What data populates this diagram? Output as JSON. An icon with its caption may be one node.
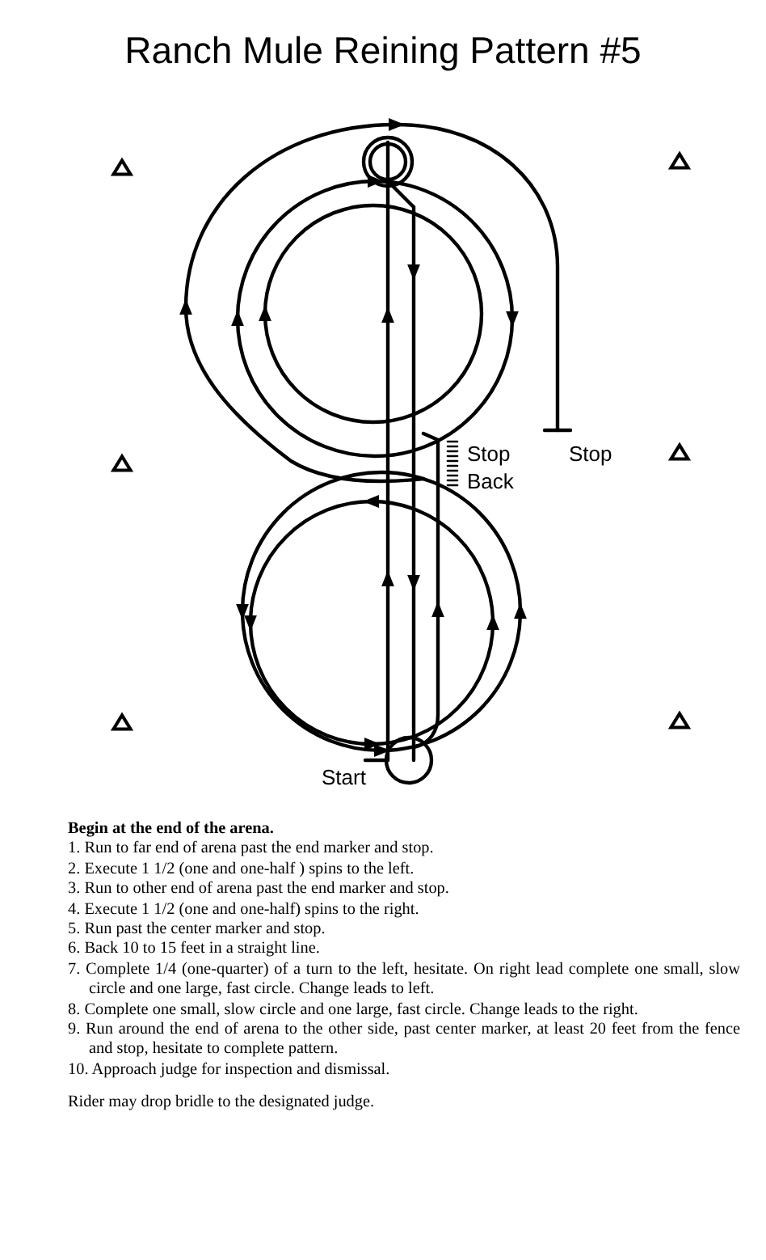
{
  "diagram": {
    "title": "Ranch Mule Reining Pattern #5",
    "labels": [
      "Stop",
      "Back",
      "Stop",
      "Start",
      "Begin at the end of the arena.",
      "1. Run to far end of arena past the end marker and stop.",
      "2. Execute 1 1/2 (one and one-half ) spins to the left.",
      "3. Run to other end of arena past the end marker and stop.",
      "4. Execute 1 1/2 (one and one-half) spins to the right.",
      "5. Run past the center marker and stop.",
      "6. Back 10 to 15 feet in a straight line.",
      "7. Complete 1/4 (one-quarter) of a turn to the left, hesitate. On right lead complete one small, slow circle and one large, fast circle. Change leads to left.",
      "8. Complete one small, slow circle and one large, fast circle. Change leads to the right.",
      "9. Run around the end of arena to the other side, past center marker, at least 20 feet from the fence and stop, hesitate to complete pattern.",
      "10. Approach judge for inspection and dismissal.",
      "Rider may drop bridle to the designated judge."
    ]
  }
}
